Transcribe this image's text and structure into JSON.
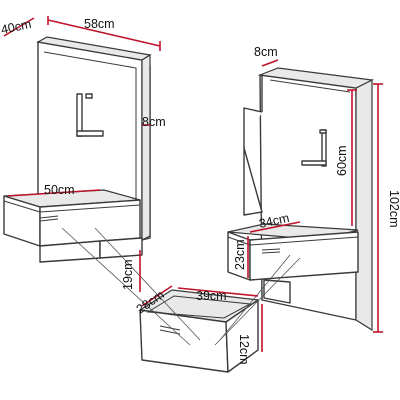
{
  "diagram": {
    "dimensions": {
      "depth_top": "40cm",
      "width_top": "58cm",
      "panel_thickness_left": "8cm",
      "shelf_width": "50cm",
      "shelf_drop": "19cm",
      "drawer_depth": "28cm",
      "drawer_width": "39cm",
      "drawer_height": "12cm",
      "panel_thickness_right": "8cm",
      "panel_height": "60cm",
      "total_height": "102cm",
      "shelf_depth": "34cm",
      "shelf_height": "23cm"
    },
    "colors": {
      "dimension_line": "#c0132c",
      "outline": "#3a3a3a",
      "shading": "#e9e9e9"
    }
  }
}
